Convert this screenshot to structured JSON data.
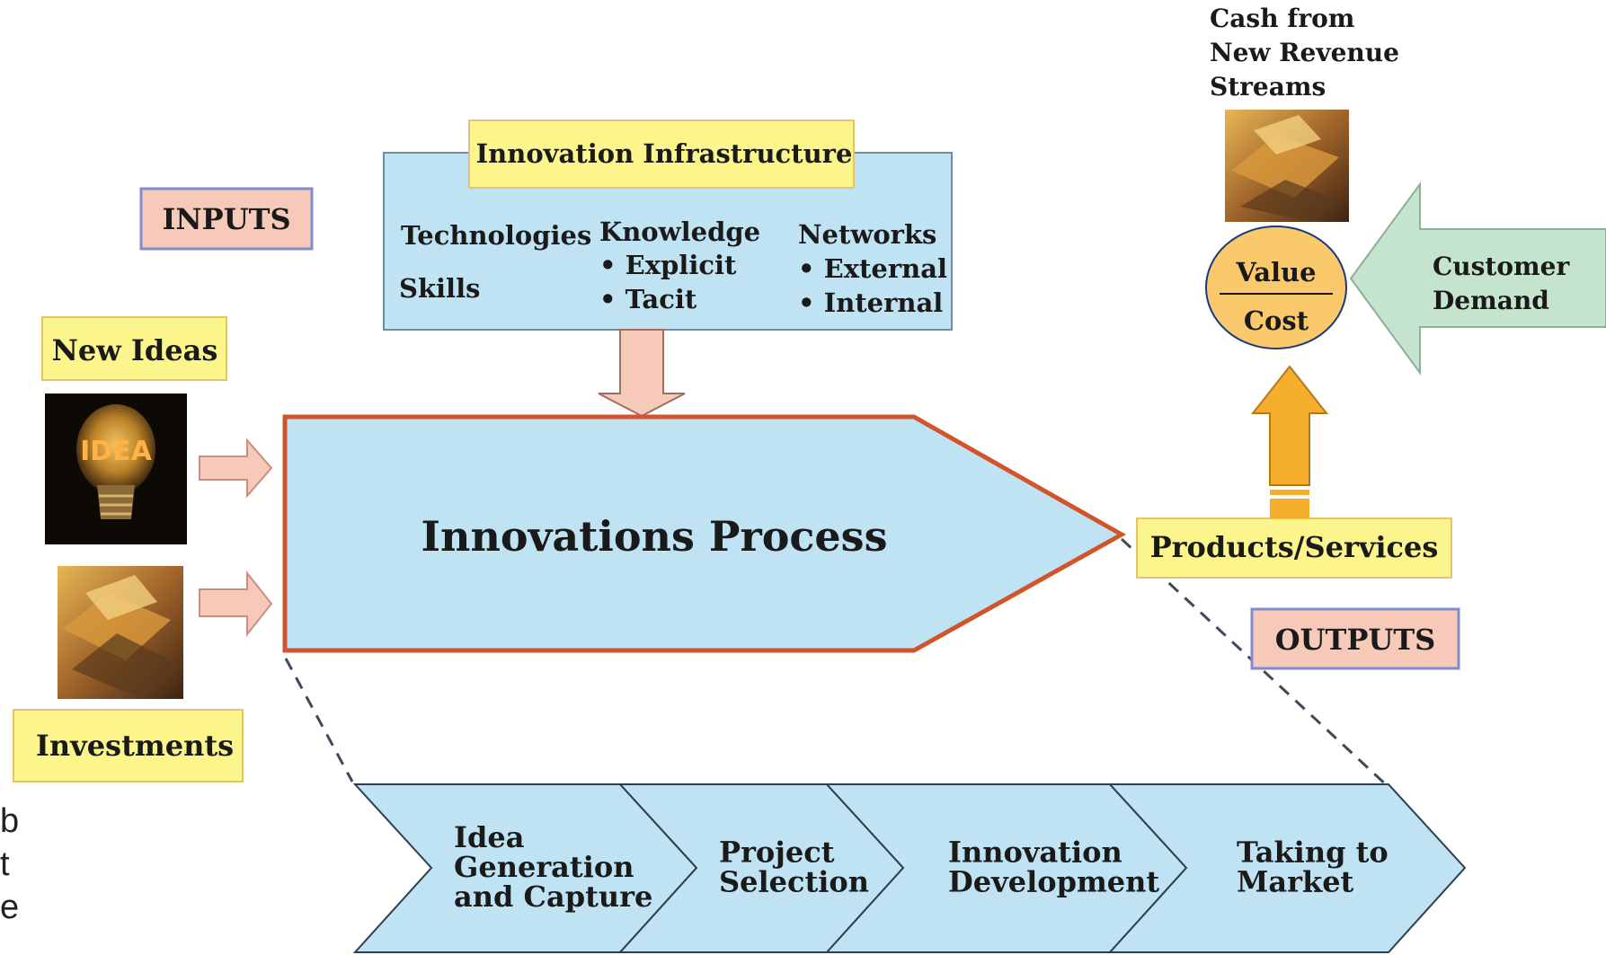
{
  "labels": {
    "inputs": "INPUTS",
    "outputs": "OUTPUTS",
    "new_ideas": "New Ideas",
    "investments": "Investments",
    "idea_bulb_text": "IDEA",
    "innovation_infrastructure": "Innovation Infrastructure",
    "technologies": "Technologies",
    "skills": "Skills",
    "knowledge": "Knowledge",
    "explicit": "• Explicit",
    "tacit": "• Tacit",
    "networks": "Networks",
    "external": "• External",
    "internal": "•  Internal",
    "innovations_process": "Innovations  Process",
    "products_services": "Products/Services",
    "value": "Value",
    "cost": "Cost",
    "cash_line1": "Cash from",
    "cash_line2": "New Revenue",
    "cash_line3": "Streams",
    "customer_line1": "Customer",
    "customer_line2": "Demand"
  },
  "stages": [
    {
      "lines": [
        "Idea",
        "Generation",
        "and Capture"
      ]
    },
    {
      "lines": [
        "Project",
        "Selection"
      ]
    },
    {
      "lines": [
        "Innovation",
        "Development"
      ]
    },
    {
      "lines": [
        "Taking to",
        "Market"
      ]
    }
  ],
  "edge_text": [
    "b",
    "t",
    "e"
  ],
  "colors": {
    "light_blue": "#bfe3f2",
    "yellow": "#fbf58c",
    "pink": "#f7c9b8",
    "orange_outline": "#d2542c",
    "gold": "#f6ae2d",
    "green": "#c5e4cd",
    "circle_fill": "#f9c96b"
  }
}
